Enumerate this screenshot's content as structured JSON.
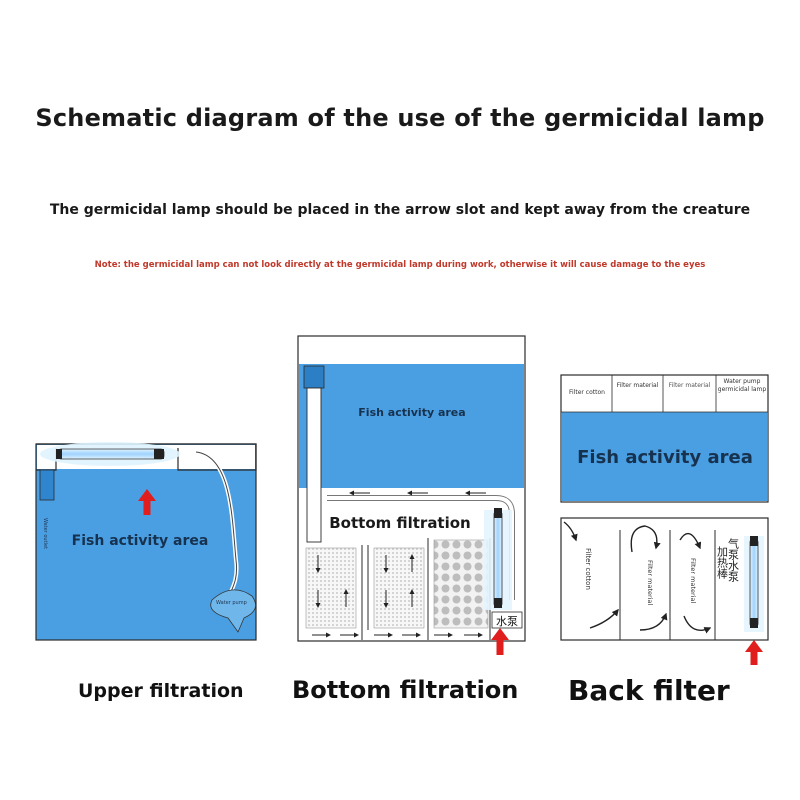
{
  "header": {
    "title": "Schematic diagram of the use of the germicidal lamp",
    "subtitle": "The germicidal lamp should be placed in the arrow slot and kept away from the creature",
    "note": "Note: the germicidal lamp can not look directly at the germicidal lamp during work, otherwise it will cause damage to the eyes"
  },
  "upper": {
    "caption": "Upper filtration",
    "area_label": "Fish activity area",
    "water_outlet": "Water outlet",
    "water_pump": "Water pump"
  },
  "bottom": {
    "caption": "Bottom filtration",
    "area_label": "Fish activity area",
    "section_label": "Bottom filtration",
    "pump_label": "水泵"
  },
  "back": {
    "caption": "Back filter",
    "area_label": "Fish activity area",
    "top_cells": [
      "Filter cotton",
      "Filter material",
      "Filter material",
      "Water pump germicidal lamp"
    ],
    "vertical_labels": [
      "Filter cotton",
      "Filter material",
      "Filter material"
    ],
    "cn_label_1": "气泵水泵",
    "cn_label_2": "加热棒"
  },
  "colors": {
    "water": "#4a9fe3",
    "frame": "#2b2b2b",
    "arrow_red": "#e01e1e",
    "note_red": "#c0392b"
  }
}
